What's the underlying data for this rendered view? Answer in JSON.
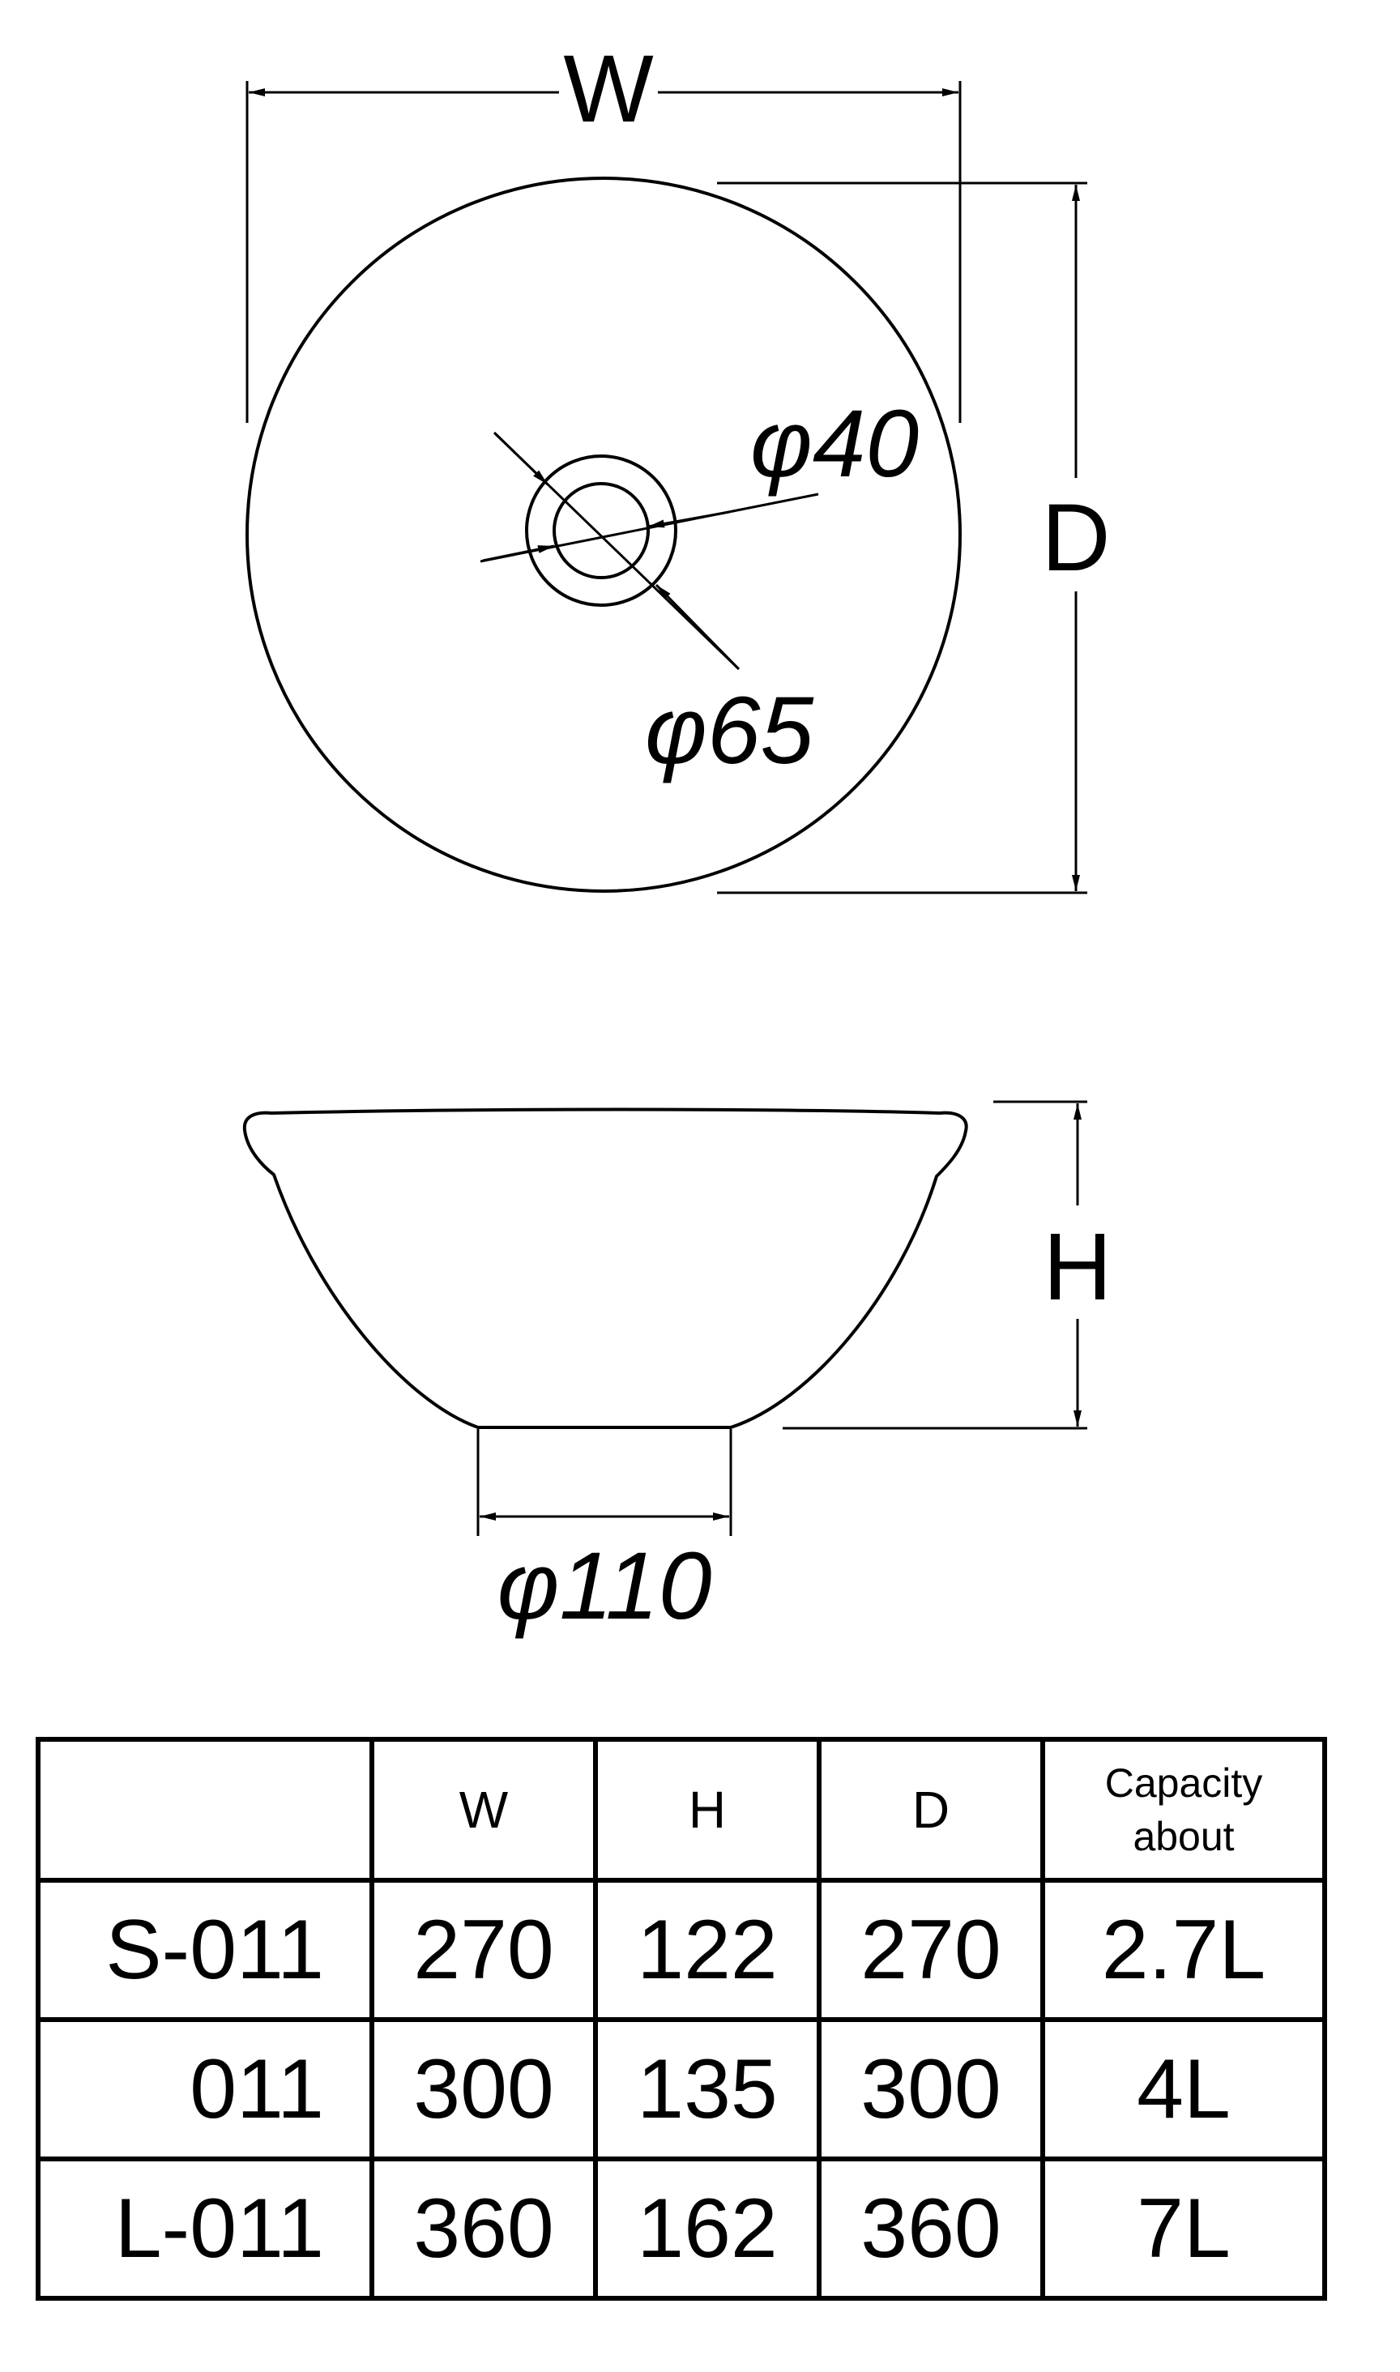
{
  "diagram": {
    "top_view": {
      "width_label": "W",
      "depth_label": "D",
      "inner_hole_label": "φ40",
      "outer_hole_label": "φ65"
    },
    "side_view": {
      "height_label": "H",
      "base_label": "φ110"
    }
  },
  "table": {
    "headers": [
      "",
      "W",
      "H",
      "D"
    ],
    "capacity_header": [
      "Capacity",
      "about"
    ],
    "rows": [
      {
        "model": "S-011",
        "w": "270",
        "h": "122",
        "d": "270",
        "capacity": "2.7L"
      },
      {
        "model": "011",
        "w": "300",
        "h": "135",
        "d": "300",
        "capacity": "4L"
      },
      {
        "model": "L-011",
        "w": "360",
        "h": "162",
        "d": "360",
        "capacity": "7L"
      }
    ]
  }
}
